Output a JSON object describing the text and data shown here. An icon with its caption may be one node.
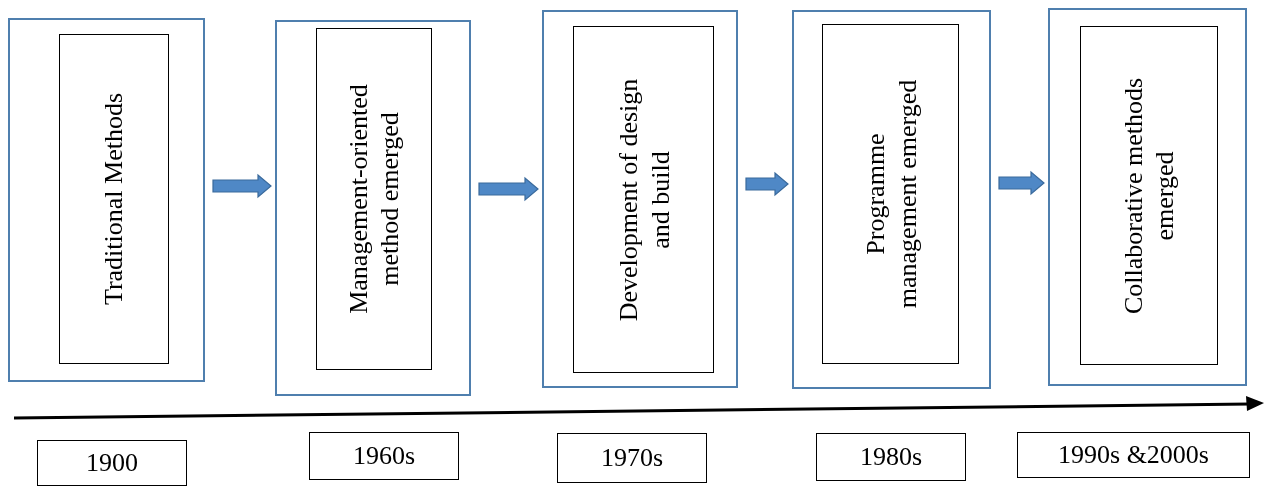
{
  "diagram": {
    "nodes": [
      {
        "text": [],
        "shape": "box"
      },
      {
        "text": [
          "Traditional Methods"
        ],
        "in": 0
      },
      {
        "text": [],
        "shape": "box"
      },
      {
        "text": [
          "Management-oriented method emerged"
        ],
        "in": 2
      },
      {
        "text": [],
        "shape": "box"
      },
      {
        "text": [
          "Development of design and build"
        ],
        "in": 4
      },
      {
        "text": [],
        "shape": "box"
      },
      {
        "text": [
          "Programme management emerged"
        ],
        "in": 6
      },
      {
        "text": [],
        "shape": "box"
      },
      {
        "text": [
          "Collaborative methods emerged"
        ],
        "in": 8
      },
      {
        "text": [
          "1900"
        ]
      },
      {
        "text": [
          "1960s"
        ]
      },
      {
        "text": [
          "1970s"
        ]
      },
      {
        "text": [
          "1980s"
        ]
      },
      {
        "text": [
          "1990s &2000s"
        ]
      }
    ],
    "edges": [
      {
        "from": 0,
        "to": 2,
        "arrow": "to"
      },
      {
        "from": 2,
        "to": 4,
        "arrow": "to"
      },
      {
        "from": 4,
        "to": 6,
        "arrow": "to"
      },
      {
        "from": 6,
        "to": 8,
        "arrow": "to"
      }
    ]
  }
}
